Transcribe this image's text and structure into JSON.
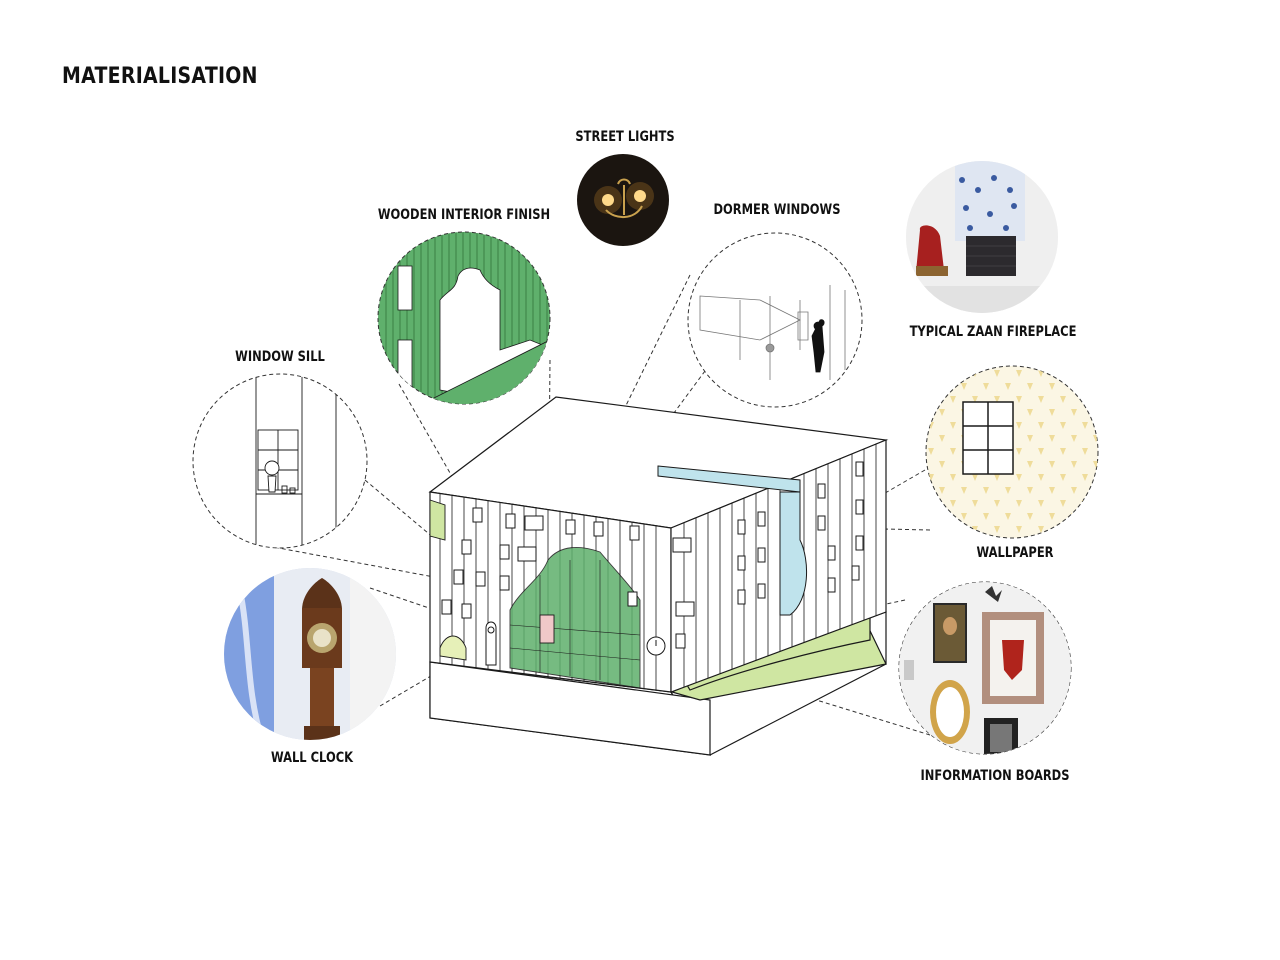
{
  "title": "MATERIALISATION",
  "callouts": {
    "street_lights": "STREET LIGHTS",
    "wooden_interior_finish": "WOODEN INTERIOR FINISH",
    "dormer_windows": "DORMER WINDOWS",
    "typical_zaan_fireplace": "TYPICAL ZAAN FIREPLACE",
    "window_sill": "WINDOW SILL",
    "wallpaper": "WALLPAPER",
    "wall_clock": "WALL CLOCK",
    "information_boards": "INFORMATION BOARDS"
  },
  "colors": {
    "accent_green": "#5fb06c",
    "light_green": "#cfe6a2",
    "light_blue": "#bfe3ec",
    "wall_blue": "#7f9fe0",
    "line": "#1a1a1a",
    "wallpaper_yellow": "#f3e6b0"
  }
}
